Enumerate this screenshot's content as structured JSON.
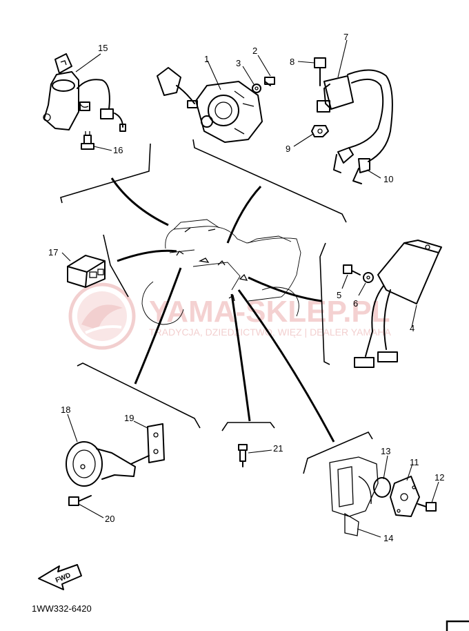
{
  "diagram": {
    "part_code": "1WW332-6420",
    "fwd_label": "FWD",
    "watermark": {
      "brand": "YAMA-SKLEP.PL",
      "tagline": "TRADYCJA, DZIEDZICTWO, WIĘZ | DEALER YAMAHA"
    },
    "callouts": [
      {
        "id": "c1",
        "text": "1"
      },
      {
        "id": "c2",
        "text": "2"
      },
      {
        "id": "c3",
        "text": "3"
      },
      {
        "id": "c4",
        "text": "4"
      },
      {
        "id": "c5",
        "text": "5"
      },
      {
        "id": "c6",
        "text": "6"
      },
      {
        "id": "c7",
        "text": "7"
      },
      {
        "id": "c8",
        "text": "8"
      },
      {
        "id": "c9",
        "text": "9"
      },
      {
        "id": "c10",
        "text": "10"
      },
      {
        "id": "c11",
        "text": "11"
      },
      {
        "id": "c12",
        "text": "12"
      },
      {
        "id": "c13",
        "text": "13"
      },
      {
        "id": "c14",
        "text": "14"
      },
      {
        "id": "c15",
        "text": "15"
      },
      {
        "id": "c16",
        "text": "16"
      },
      {
        "id": "c17",
        "text": "17"
      },
      {
        "id": "c18",
        "text": "18"
      },
      {
        "id": "c19",
        "text": "19"
      },
      {
        "id": "c20",
        "text": "20"
      },
      {
        "id": "c21",
        "text": "21"
      }
    ]
  }
}
